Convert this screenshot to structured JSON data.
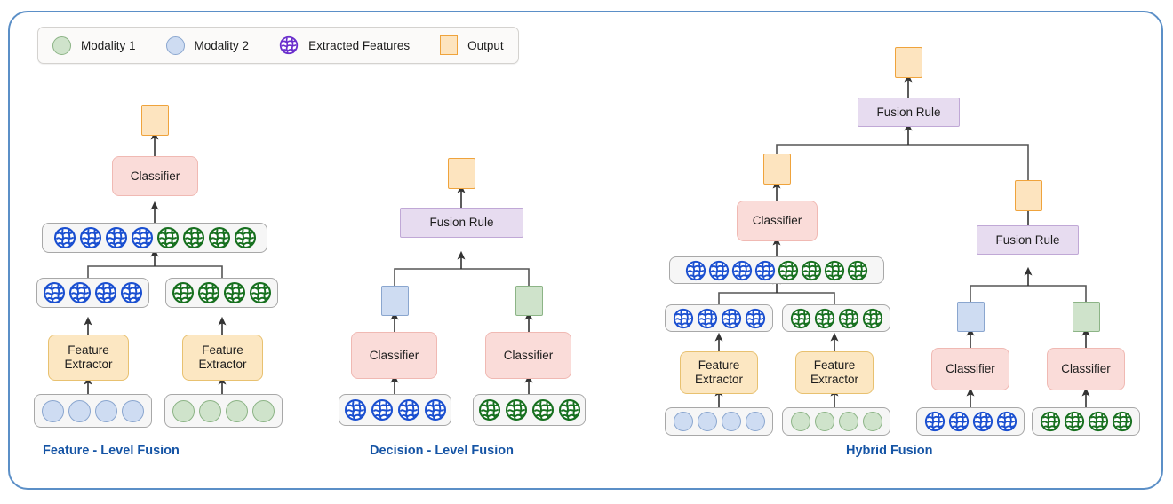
{
  "frame": {
    "border_color": "#5b8fc7"
  },
  "legend": {
    "items": [
      {
        "icon": "circle-green-icon",
        "label": "Modality 1"
      },
      {
        "icon": "circle-blue-icon",
        "label": "Modality 2"
      },
      {
        "icon": "extracted-feature-icon",
        "label": "Extracted Features"
      },
      {
        "icon": "square-orange-icon",
        "label": "Output"
      }
    ]
  },
  "labels": {
    "classifier": "Classifier",
    "feature_extractor_line1": "Feature",
    "feature_extractor_line2": "Extractor",
    "fusion_rule": "Fusion Rule"
  },
  "panels": [
    {
      "id": "feature-level-fusion",
      "caption": "Feature - Level Fusion",
      "nodes": {
        "output": "",
        "classifier": "Classifier",
        "fused_features_count": 8,
        "branch_left_features_count": 4,
        "branch_right_features_count": 4,
        "extractor_left": "Feature Extractor",
        "extractor_right": "Feature Extractor",
        "modality_left_count": 4,
        "modality_right_count": 4
      }
    },
    {
      "id": "decision-level-fusion",
      "caption": "Decision - Level Fusion",
      "nodes": {
        "output": "",
        "fusion_rule": "Fusion Rule",
        "decision_left": "blue",
        "decision_right": "green",
        "classifier_left": "Classifier",
        "classifier_right": "Classifier",
        "features_left_count": 4,
        "features_right_count": 4
      }
    },
    {
      "id": "hybrid-fusion",
      "caption": "Hybrid Fusion",
      "nodes": {
        "final_output": "",
        "top_fusion_rule": "Fusion Rule",
        "left_output": "",
        "right_output": "",
        "left_classifier": "Classifier",
        "right_fusion_rule": "Fusion Rule",
        "fused_features_count": 8,
        "branch_left_features_count": 4,
        "branch_right_features_count": 4,
        "extractor_left": "Feature Extractor",
        "extractor_right": "Feature Extractor",
        "modality_left_count": 4,
        "modality_right_count": 4,
        "decision_left": "blue",
        "decision_right": "green",
        "classifier_left": "Classifier",
        "classifier_right": "Classifier",
        "features_left_count": 4,
        "features_right_count": 4
      }
    }
  ],
  "colors": {
    "frame": "#5b8fc7",
    "caption_text": "#1554a5",
    "classifier_fill": "#fadcd9",
    "extractor_fill": "#fce7c2",
    "fusion_fill": "#e7dcf0",
    "output_fill": "#fde4bf",
    "output_border": "#efa33c",
    "modality1_fill": "#cfe3cb",
    "modality2_fill": "#cedcf2",
    "feature_blue": "#1a4fd0",
    "feature_green": "#17701f",
    "feature_purple": "#6a2fcc",
    "row_fill": "#f6f6f6",
    "connector": "#555555"
  }
}
